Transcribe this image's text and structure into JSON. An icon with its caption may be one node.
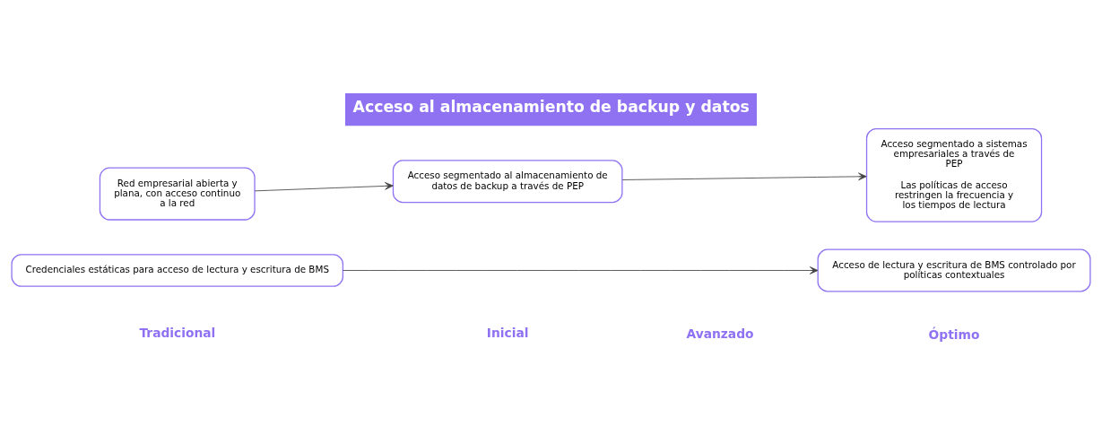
{
  "diagram": {
    "title": "Acceso al almacenamiento de backup y datos",
    "nodes": [
      {
        "text": [
          "Red empresarial abierta y plana, con acceso continuo a la red"
        ]
      },
      {
        "text": [
          "Acceso segmentado al almacenamiento de datos de backup a través de PEP"
        ]
      },
      {
        "text": [
          "Acceso segmentado a sistemas empresariales a través de PEP",
          "Las políticas de acceso restringen la frecuencia y los tiempos de lectura"
        ]
      },
      {
        "text": [
          "Credenciales estáticas para acceso de lectura y escritura de BMS"
        ]
      },
      {
        "text": [
          "Acceso de lectura y escritura de BMS controlado por políticas contextuales"
        ]
      }
    ],
    "edges": [
      {
        "from": 0,
        "to": 1,
        "arrow": "to"
      },
      {
        "from": 1,
        "to": 2,
        "arrow": "to"
      },
      {
        "from": 3,
        "to": 4,
        "arrow": "to"
      }
    ],
    "labels": [
      "Tradicional",
      "Inicial",
      "Avanzado",
      "Óptimo"
    ]
  }
}
